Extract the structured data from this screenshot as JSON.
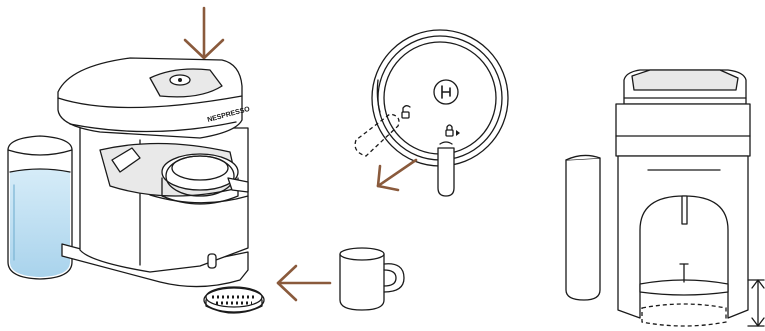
{
  "panels": [
    {
      "id": "machine-perspective"
    },
    {
      "id": "lever-dial"
    },
    {
      "id": "machine-front"
    }
  ],
  "colors": {
    "arrow": "#8a5a3c",
    "line": "#1a1a1a",
    "water": "#bfe0f2",
    "machine_fill": "#ffffff",
    "shade": "#e9e9e9"
  },
  "machine": {
    "brand_text": "NESPRESSO"
  },
  "icons": {
    "head_icon": "lever-icon",
    "lock_icon": "lock-icon",
    "unlock_icon": "unlock-icon",
    "height_icon": "vertical-double-arrow-icon"
  }
}
